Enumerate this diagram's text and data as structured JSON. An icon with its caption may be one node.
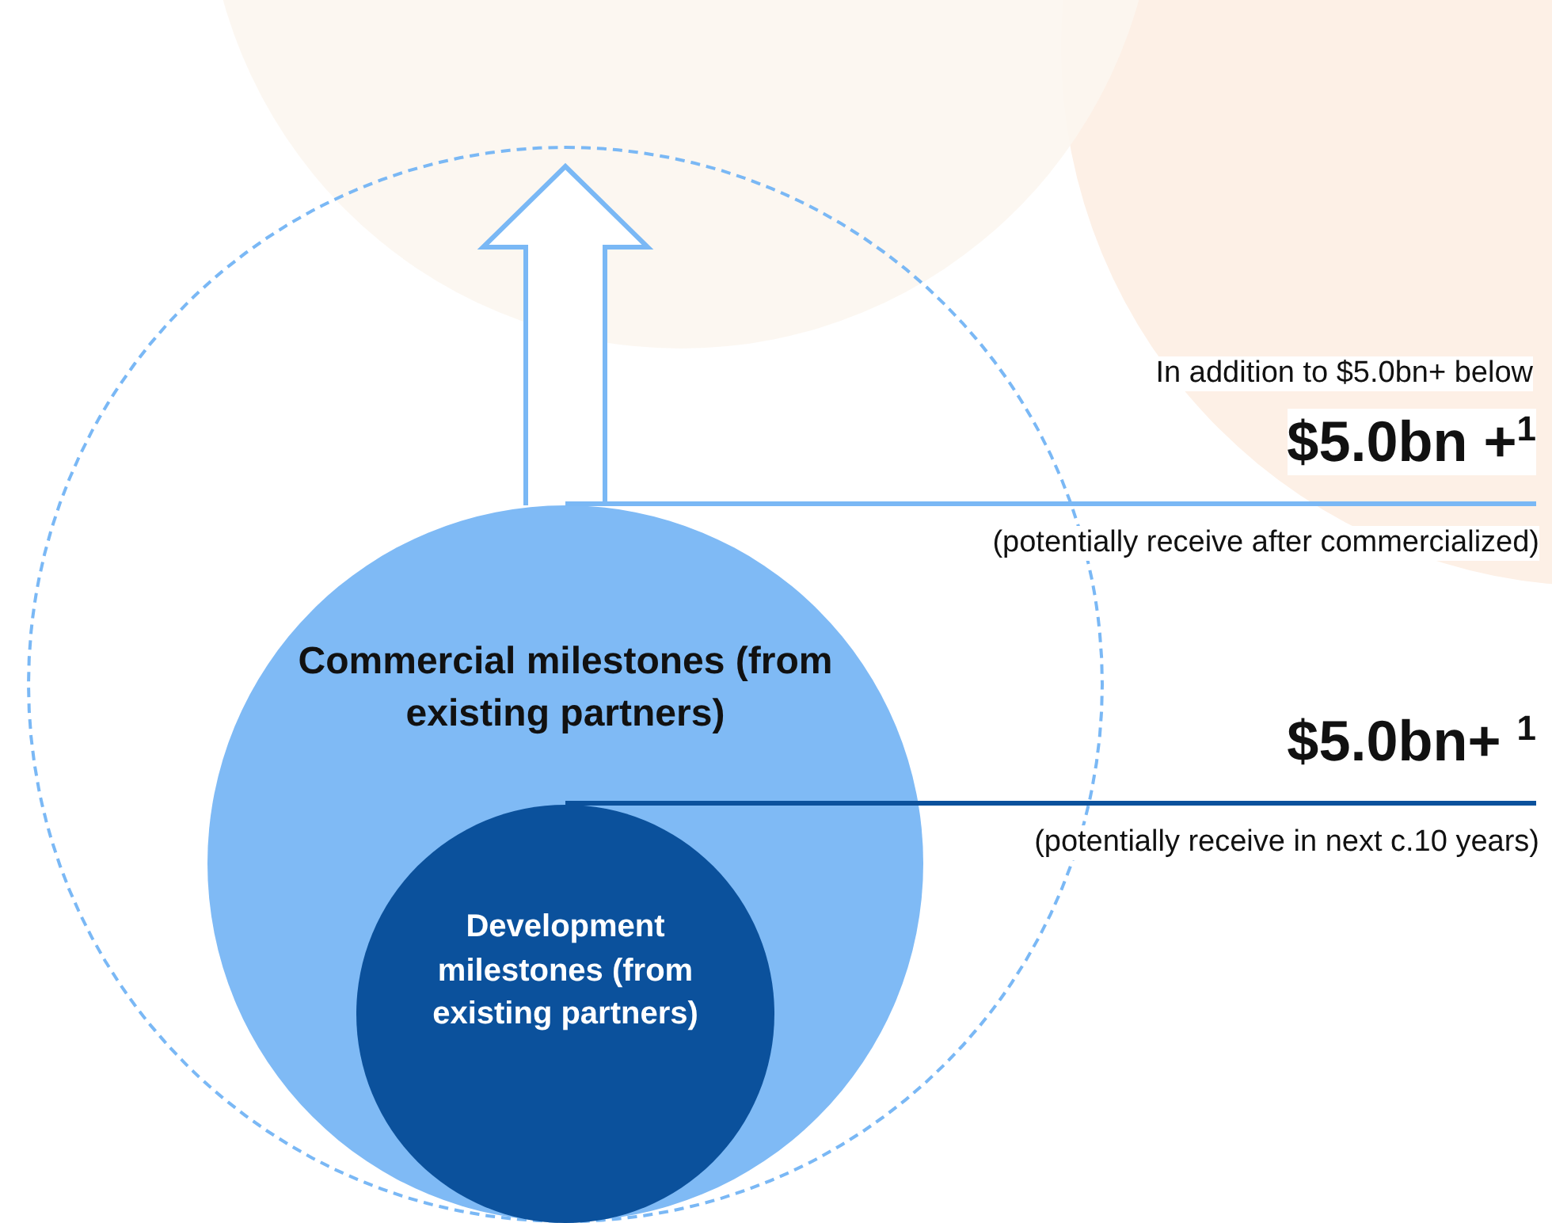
{
  "diagram": {
    "nodes": [
      {
        "text": [],
        "shape": "circle"
      },
      {
        "text": [
          "Commercial milestones (from existing partners)"
        ],
        "in": 0
      },
      {
        "text": [
          "Development milestones (from existing partners)"
        ],
        "in": 1
      },
      {
        "text": [
          "$5.0bn +$^{1}$"
        ],
        "beside": [
          "In addition to $5.0bn+ below",
          "(potentially receive after commercialized)"
        ]
      },
      {
        "text": [
          "$5.0bn+ $^{1}$"
        ],
        "beside": [
          "(potentially receive in next c.10 years)"
        ]
      }
    ],
    "edges": [
      {
        "from": 1,
        "to": null,
        "arrow": "to",
        "color": "#7ab8f5"
      },
      {
        "from": 3,
        "to": 1,
        "arrow": "none",
        "color": "#7ab8f5"
      },
      {
        "from": 4,
        "to": 2,
        "arrow": "none",
        "color": "#0b519c"
      }
    ]
  }
}
